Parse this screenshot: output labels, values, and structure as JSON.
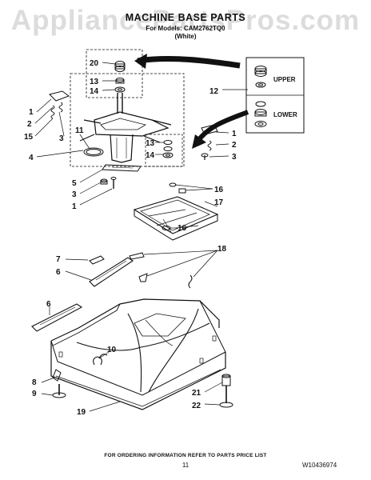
{
  "watermark": "AppliancePartsPros.com",
  "header": {
    "title": "MACHINE BASE PARTS",
    "model_line": "For Models: CAM2762TQ0",
    "color_line": "(White)"
  },
  "callouts": [
    "1",
    "2",
    "3",
    "4",
    "5",
    "6",
    "7",
    "8",
    "9",
    "10",
    "11",
    "12",
    "13",
    "14",
    "15",
    "16",
    "17",
    "18",
    "19",
    "20",
    "21",
    "22"
  ],
  "inset": {
    "upper_label": "UPPER",
    "lower_label": "LOWER"
  },
  "footer": {
    "ordering_note": "FOR ORDERING INFORMATION REFER TO PARTS PRICE LIST",
    "page_number": "11",
    "document_number": "W10436974"
  }
}
